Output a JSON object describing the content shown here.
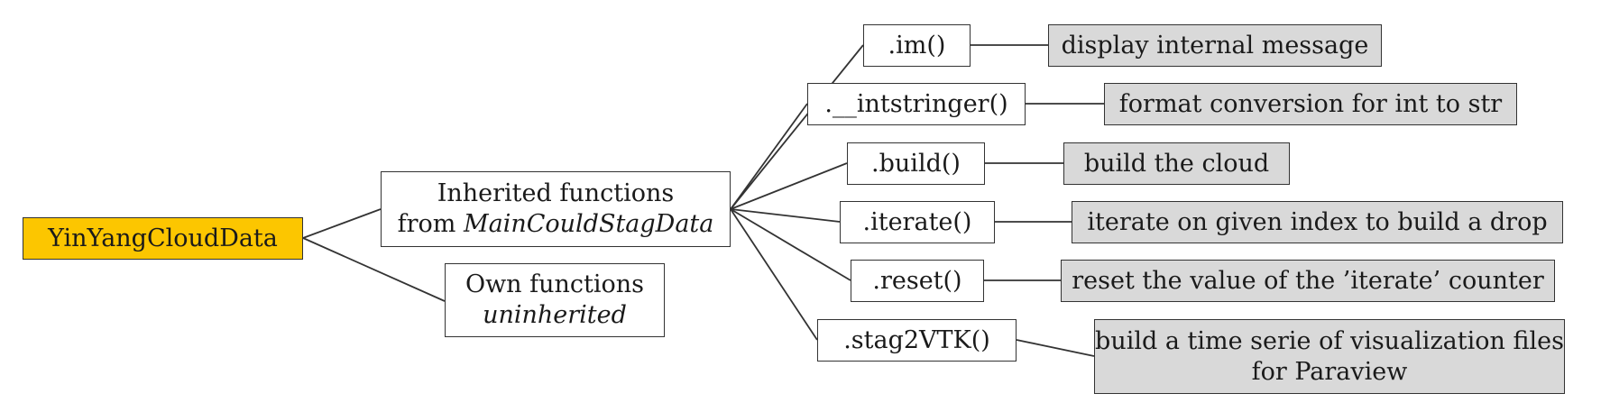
{
  "colors": {
    "root_fill": "#fcc600",
    "desc_fill": "#d9d9d9",
    "box_fill": "#ffffff",
    "line": "#333333"
  },
  "root": {
    "label": "YinYangCloudData"
  },
  "groups": {
    "inherited": {
      "line1": "Inherited functions",
      "line2_prefix": "from ",
      "line2_italic": "MainCouldStagData"
    },
    "own": {
      "line1": "Own functions",
      "line2_italic": "uninherited"
    }
  },
  "methods": [
    {
      "name": ".im()",
      "desc": [
        "display internal message"
      ]
    },
    {
      "name": ".__intstringer()",
      "desc": [
        "format conversion for int to str"
      ]
    },
    {
      "name": ".build()",
      "desc": [
        "build the cloud"
      ]
    },
    {
      "name": ".iterate()",
      "desc": [
        "iterate on given index to build a drop"
      ]
    },
    {
      "name": ".reset()",
      "desc": [
        "reset the value of the ’iterate’ counter"
      ]
    },
    {
      "name": ".stag2VTK()",
      "desc": [
        "build a time serie of visualization files",
        "for Paraview"
      ]
    }
  ]
}
